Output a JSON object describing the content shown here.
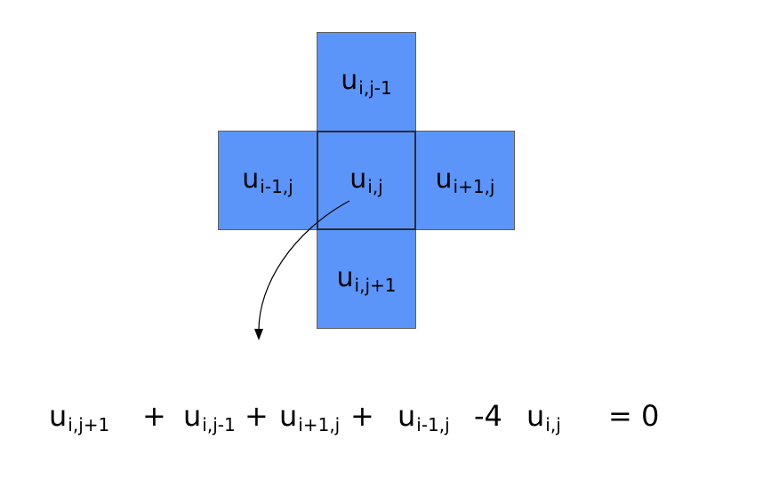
{
  "colors": {
    "cell_fill": "#5b95f9",
    "cell_border": "#5f5f5f"
  },
  "stencil": {
    "top": {
      "base": "u",
      "sub": "i,j-1"
    },
    "left": {
      "base": "u",
      "sub": "i-1,j"
    },
    "center": {
      "base": "u",
      "sub": "i,j"
    },
    "right": {
      "base": "u",
      "sub": "i+1,j"
    },
    "bottom": {
      "base": "u",
      "sub": "i,j+1"
    }
  },
  "equation": {
    "t1": {
      "base": "u",
      "sub": "i,j+1"
    },
    "op1": "+",
    "t2": {
      "base": "u",
      "sub": "i,j-1"
    },
    "op2": "+",
    "t3": {
      "base": "u",
      "sub": "i+1,j"
    },
    "op3": "+",
    "t4": {
      "base": "u",
      "sub": "i-1,j"
    },
    "coef": "-4",
    "t5": {
      "base": "u",
      "sub": "i,j"
    },
    "rhs": "= 0"
  }
}
